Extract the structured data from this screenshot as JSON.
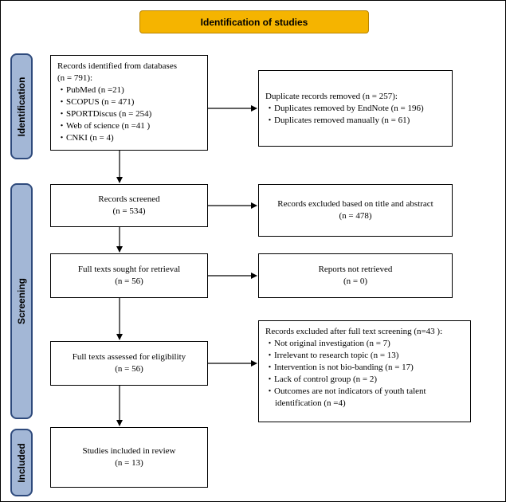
{
  "header": "Identification of studies",
  "phases": {
    "identification": "Identification",
    "screening": "Screening",
    "included": "Included"
  },
  "records_identified": {
    "title": "Records identified from databases",
    "total": "(n = 791):",
    "items": [
      "PubMed (n =21)",
      "SCOPUS (n = 471)",
      "SPORTDiscus (n = 254)",
      "Web of science (n =41 )",
      "CNKI (n = 4)"
    ]
  },
  "duplicates": {
    "title": "Duplicate records removed (n = 257):",
    "items": [
      "Duplicates removed by EndNote (n = 196)",
      "Duplicates removed manually (n = 61)"
    ]
  },
  "screened": {
    "title": "Records screened",
    "count": "(n = 534)"
  },
  "excluded_title": {
    "title": "Records excluded based on title and abstract",
    "count": "(n = 478)"
  },
  "sought": {
    "title": "Full texts sought for retrieval",
    "count": "(n = 56)"
  },
  "not_retrieved": {
    "title": "Reports not retrieved",
    "count": "(n = 0)"
  },
  "assessed": {
    "title": "Full texts assessed for eligibility",
    "count": "(n = 56)"
  },
  "excluded_full": {
    "title": "Records excluded after full text screening (n=43 ):",
    "items": [
      "Not original investigation (n = 7)",
      "Irrelevant to research topic (n = 13)",
      "Intervention is not bio-banding  (n = 17)",
      "Lack of control group (n = 2)",
      "Outcomes are not indicators of youth talent"
    ],
    "continuation": "identification (n =4)"
  },
  "included": {
    "title": "Studies included in review",
    "count": "(n = 13)"
  }
}
